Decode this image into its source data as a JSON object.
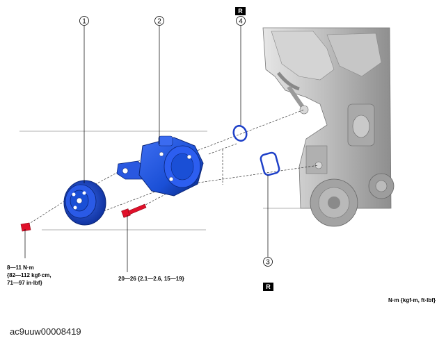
{
  "callouts": {
    "c1": "1",
    "c2": "2",
    "c3": "3",
    "c4": "4"
  },
  "replace_badge": "R",
  "torque": {
    "pulley_bolt": [
      "8—11 N·m",
      "{82—112 kgf·cm,",
      "71—97 in·lbf}"
    ],
    "pump_bolt": "20—26 {2.1—2.6, 15—19}"
  },
  "unit_legend": "N·m {kgf·m, ft·lbf}",
  "figure_id": "ac9uuw00008419",
  "colors": {
    "part_blue": "#1a4fd6",
    "part_blue_dark": "#0d2f9a",
    "bolt_red": "#e0102a",
    "engine_gray": "#b8b8b8",
    "engine_dark": "#6e6e6e",
    "oring_blue": "#1e40c8"
  },
  "icons": {
    "pulley": "pulley-icon",
    "pump": "power-steering-pump-icon",
    "engine": "engine-block-icon",
    "bolt": "bolt-icon",
    "oring": "o-ring-icon",
    "gasket": "gasket-icon"
  }
}
